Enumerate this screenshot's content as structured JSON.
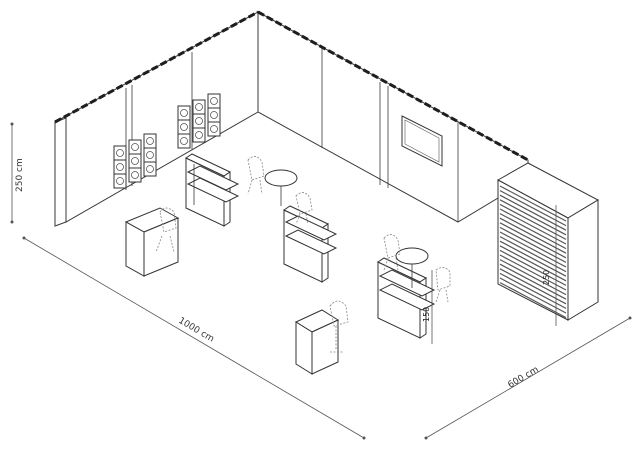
{
  "dimensions": {
    "length": "1000 cm",
    "width": "600 cm",
    "wall_height": "250 cm",
    "cabin_height": "250",
    "display_height": "150"
  }
}
